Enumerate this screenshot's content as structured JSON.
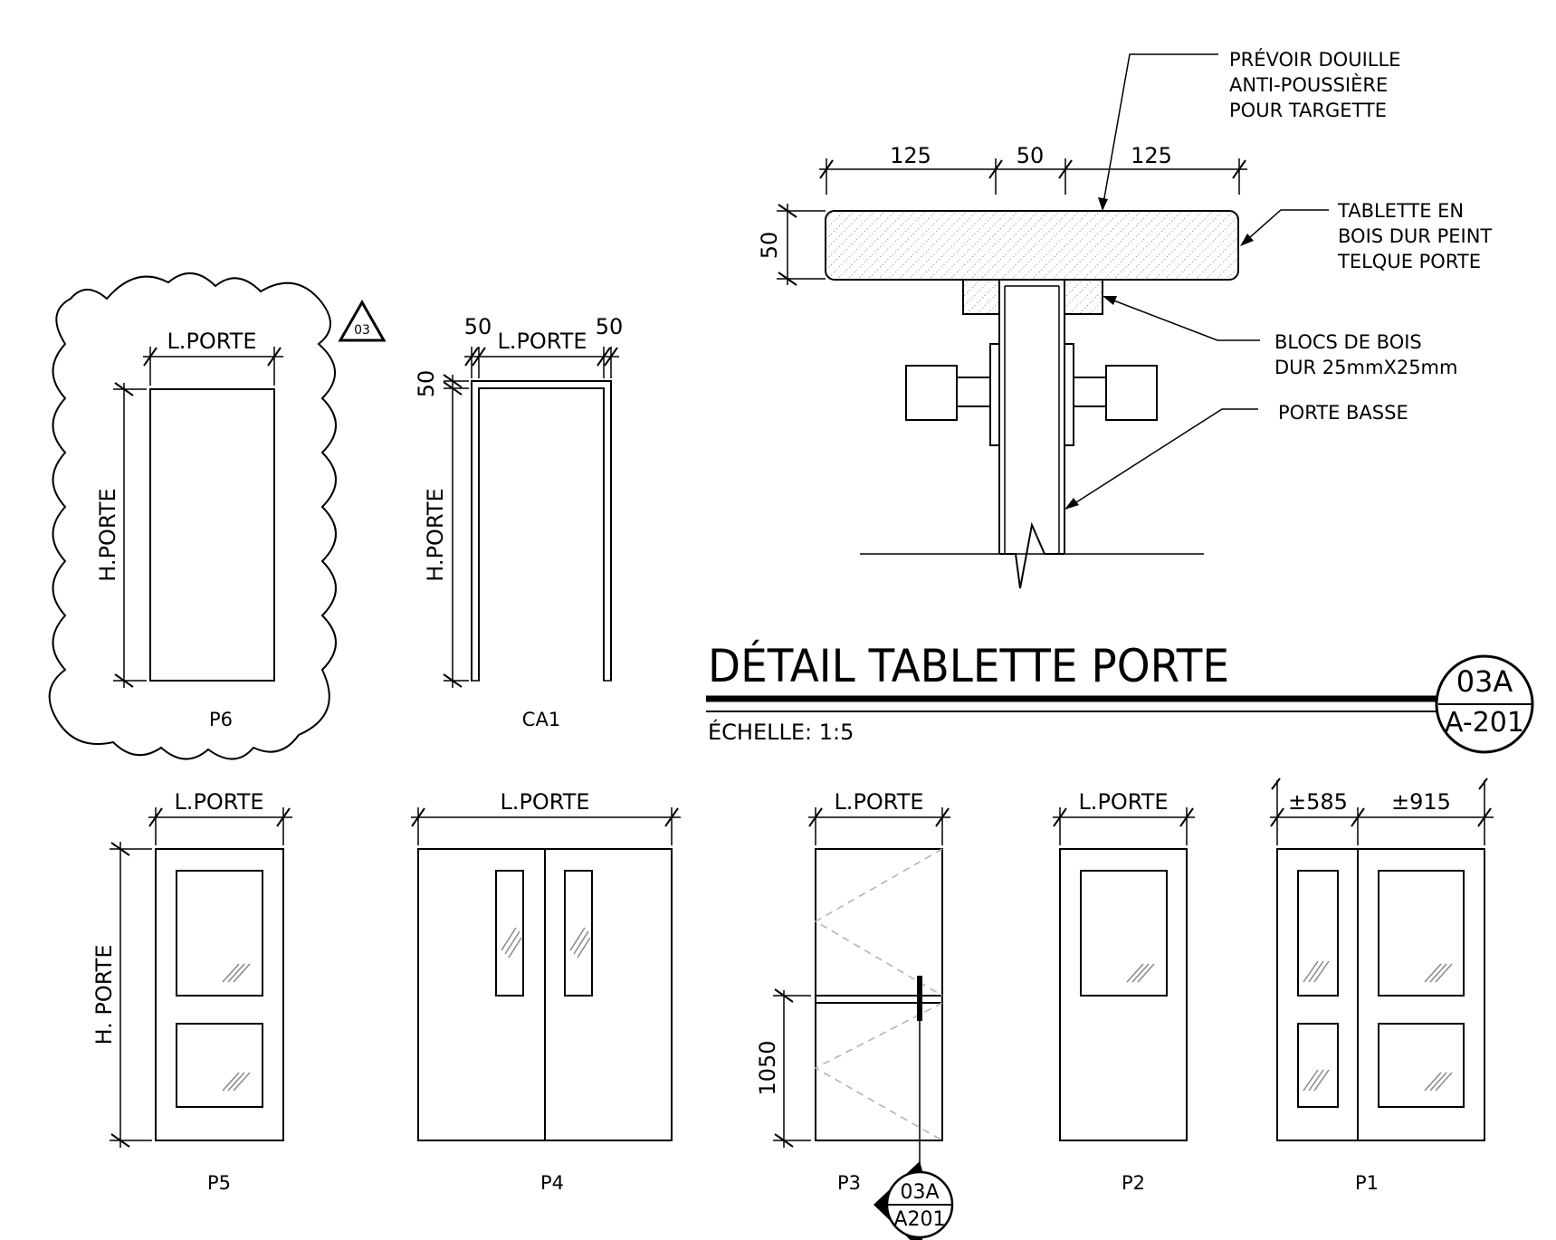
{
  "title": "DÉTAIL TABLETTE PORTE",
  "scale": "ÉCHELLE: 1:5",
  "title_tag": {
    "top": "03A",
    "bottom": "A-201"
  },
  "section_tag": {
    "top": "03A",
    "bottom": "A201"
  },
  "revision_tag": "03",
  "detail": {
    "dims_top": [
      "125",
      "50",
      "125"
    ],
    "dim_left": "50",
    "notes": {
      "douille": [
        "PRÉVOIR DOUILLE",
        "ANTI-POUSSIÈRE",
        "POUR TARGETTE"
      ],
      "tablette": [
        "TABLETTE EN",
        "BOIS DUR PEINT",
        "TELQUE PORTE"
      ],
      "blocs": [
        "BLOCS DE BOIS",
        "DUR 25mmX25mm"
      ],
      "porte_basse": [
        "PORTE BASSE"
      ]
    }
  },
  "p6": {
    "name": "P6",
    "width_label": "L.PORTE",
    "height_label": "H.PORTE"
  },
  "ca1": {
    "name": "CA1",
    "width_label": "L.PORTE",
    "side_dim_left": "50",
    "side_dim_right": "50",
    "top_dim": "50",
    "height_label": "H.PORTE"
  },
  "p5": {
    "name": "P5",
    "width_label": "L.PORTE",
    "height_label": "H. PORTE"
  },
  "p4": {
    "name": "P4",
    "width_label": "L.PORTE"
  },
  "p3": {
    "name": "P3",
    "width_label": "L.PORTE",
    "height_dim": "1050"
  },
  "p2": {
    "name": "P2",
    "width_label": "L.PORTE"
  },
  "p1": {
    "name": "P1",
    "dim_left": "±585",
    "dim_right": "±915"
  }
}
